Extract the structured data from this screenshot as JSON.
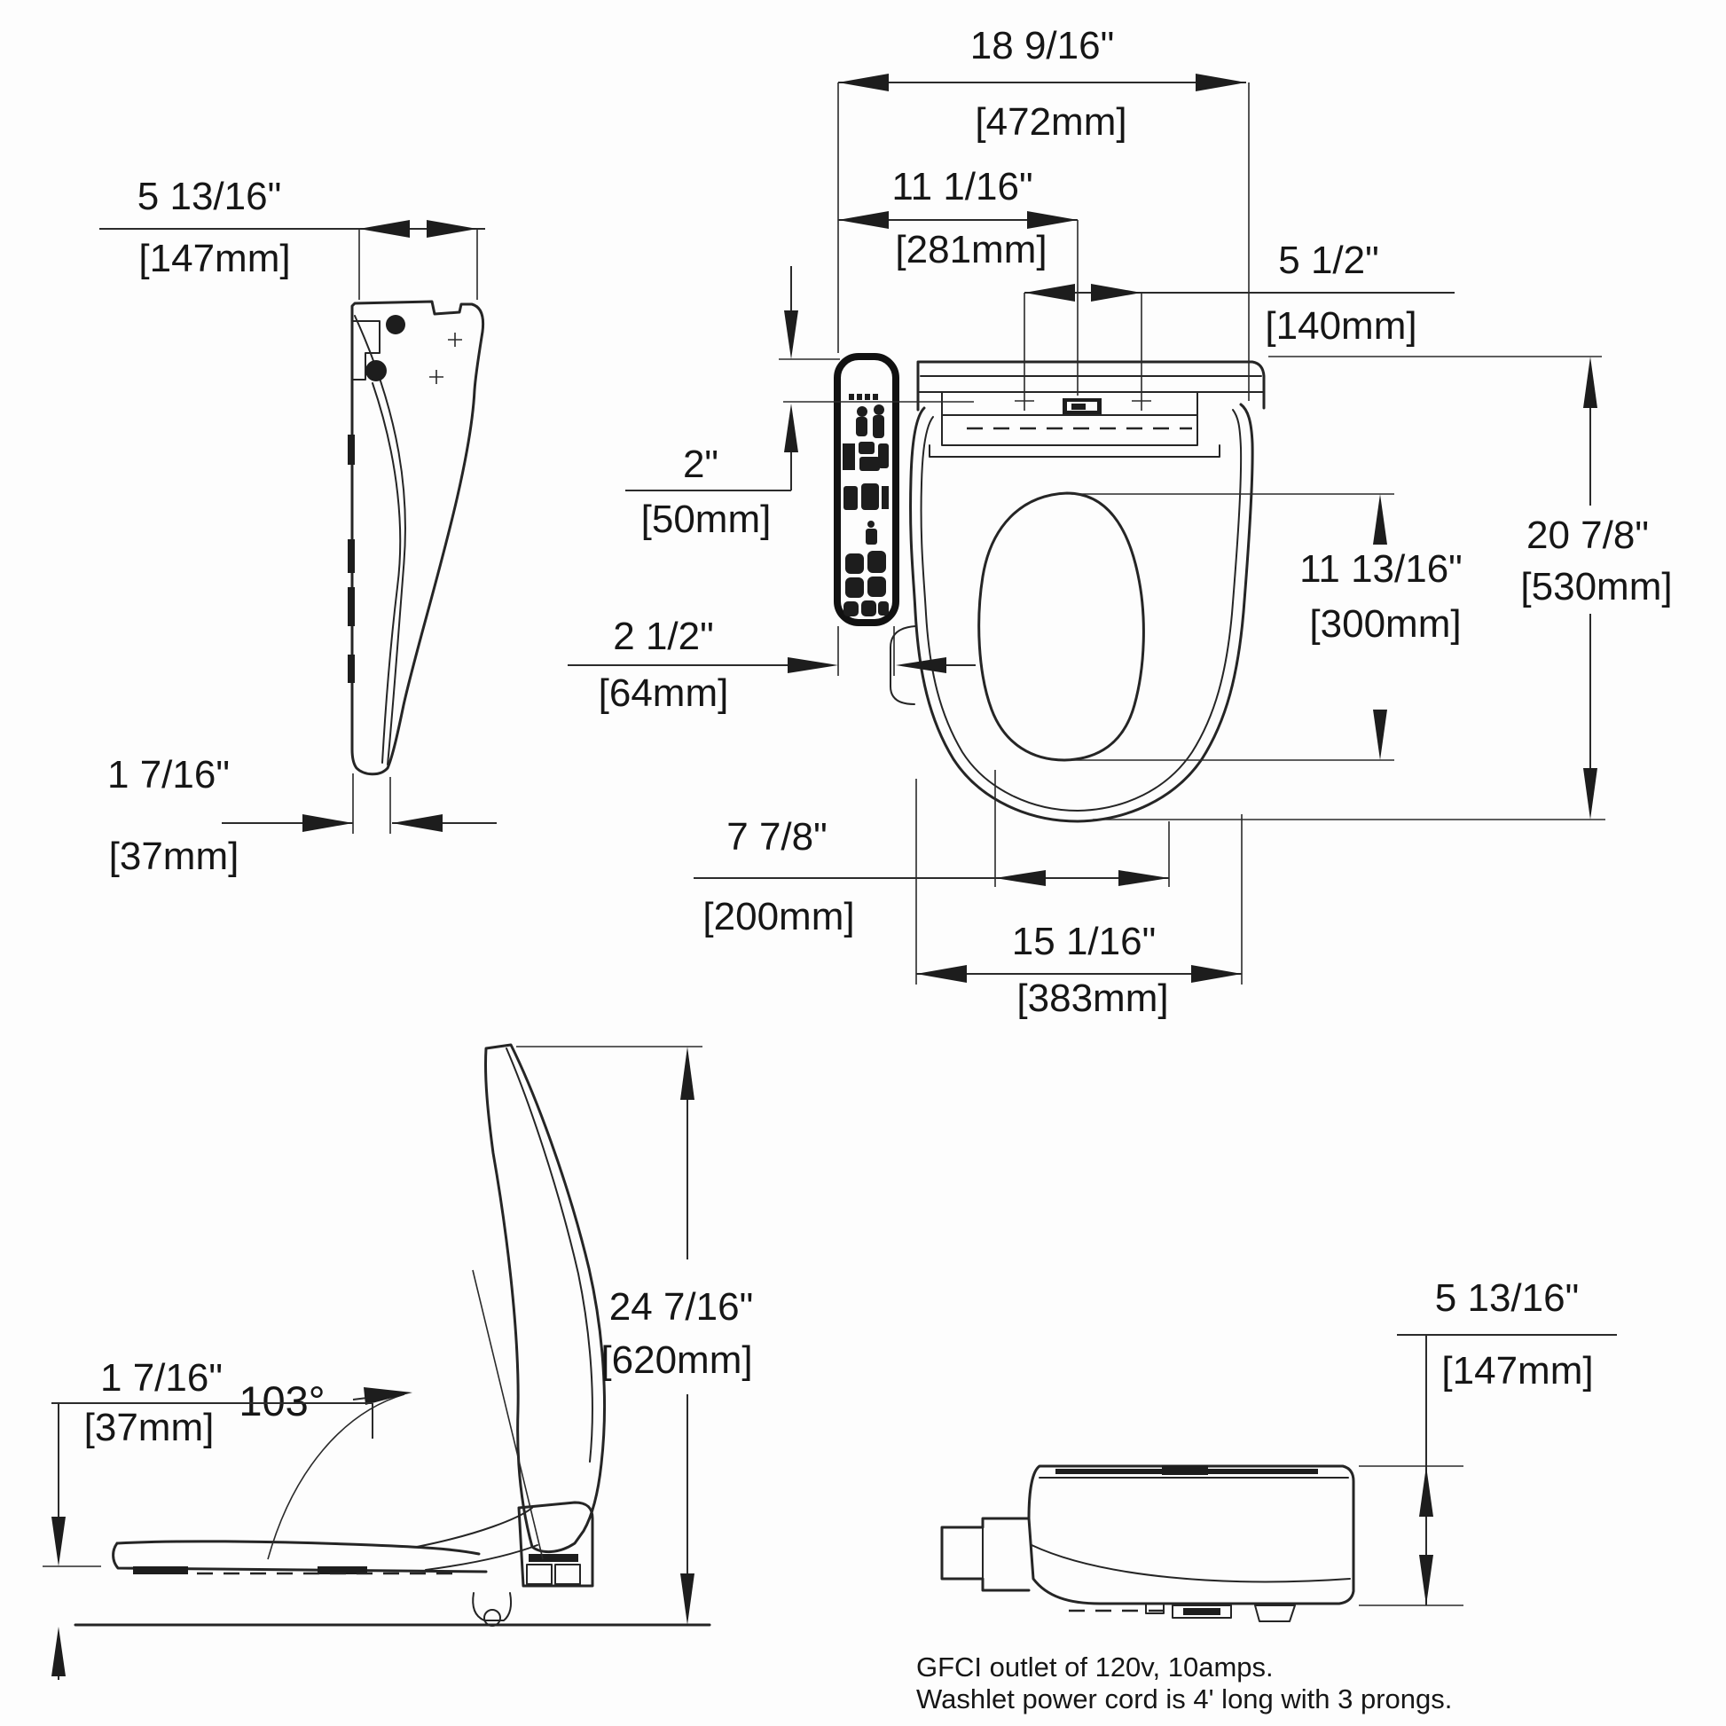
{
  "drawing": {
    "dims": {
      "side_width": {
        "in": "5 13/16\"",
        "mm": "[147mm]"
      },
      "side_tip": {
        "in": "1 7/16\"",
        "mm": "[37mm]"
      },
      "overall_width": {
        "in": "18 9/16\"",
        "mm": "[472mm]"
      },
      "inlet_offset": {
        "in": "11 1/16\"",
        "mm": "[281mm]"
      },
      "bolt_spacing": {
        "in": "5 1/2\"",
        "mm": "[140mm]"
      },
      "tank_depth": {
        "in": "2\"",
        "mm": "[50mm]"
      },
      "remote_width": {
        "in": "2 1/2\"",
        "mm": "[64mm]"
      },
      "bowl_length": {
        "in": "11 13/16\"",
        "mm": "[300mm]"
      },
      "overall_depth": {
        "in": "20 7/8\"",
        "mm": "[530mm]"
      },
      "bowl_width": {
        "in": "7 7/8\"",
        "mm": "[200mm]"
      },
      "seat_length": {
        "in": "15 1/16\"",
        "mm": "[383mm]"
      },
      "open_height": {
        "in": "24 7/16\"",
        "mm": "[620mm]"
      },
      "lid_angle": "103°",
      "seat_height": {
        "in": "1 7/16\"",
        "mm": "[37mm]"
      },
      "profile_height": {
        "in": "5 13/16\"",
        "mm": "[147mm]"
      }
    },
    "notes": {
      "line1": "GFCI outlet of 120v, 10amps.",
      "line2": "Washlet power cord is 4' long with 3 prongs."
    }
  }
}
